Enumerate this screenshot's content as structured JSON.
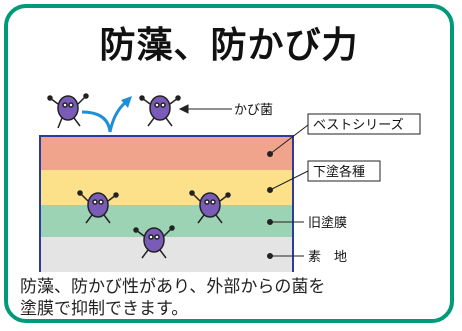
{
  "title": "防藻、防かび力",
  "labels": {
    "mold": "かび菌",
    "best_series": "ベストシリーズ",
    "undercoat": "下塗各種",
    "old_film": "旧塗膜",
    "substrate": "素　地"
  },
  "caption_line1": "防藻、防かび性があり、外部からの菌を",
  "caption_line2": "塗膜で抑制できます。",
  "colors": {
    "border": "#009a7a",
    "layer_best_series": "#f0a48c",
    "layer_undercoat": "#fce08a",
    "layer_old_film": "#9cd3b4",
    "layer_substrate": "#e4e4e4",
    "frame": "#2a3d9e",
    "germ": "#7a5cb8"
  }
}
